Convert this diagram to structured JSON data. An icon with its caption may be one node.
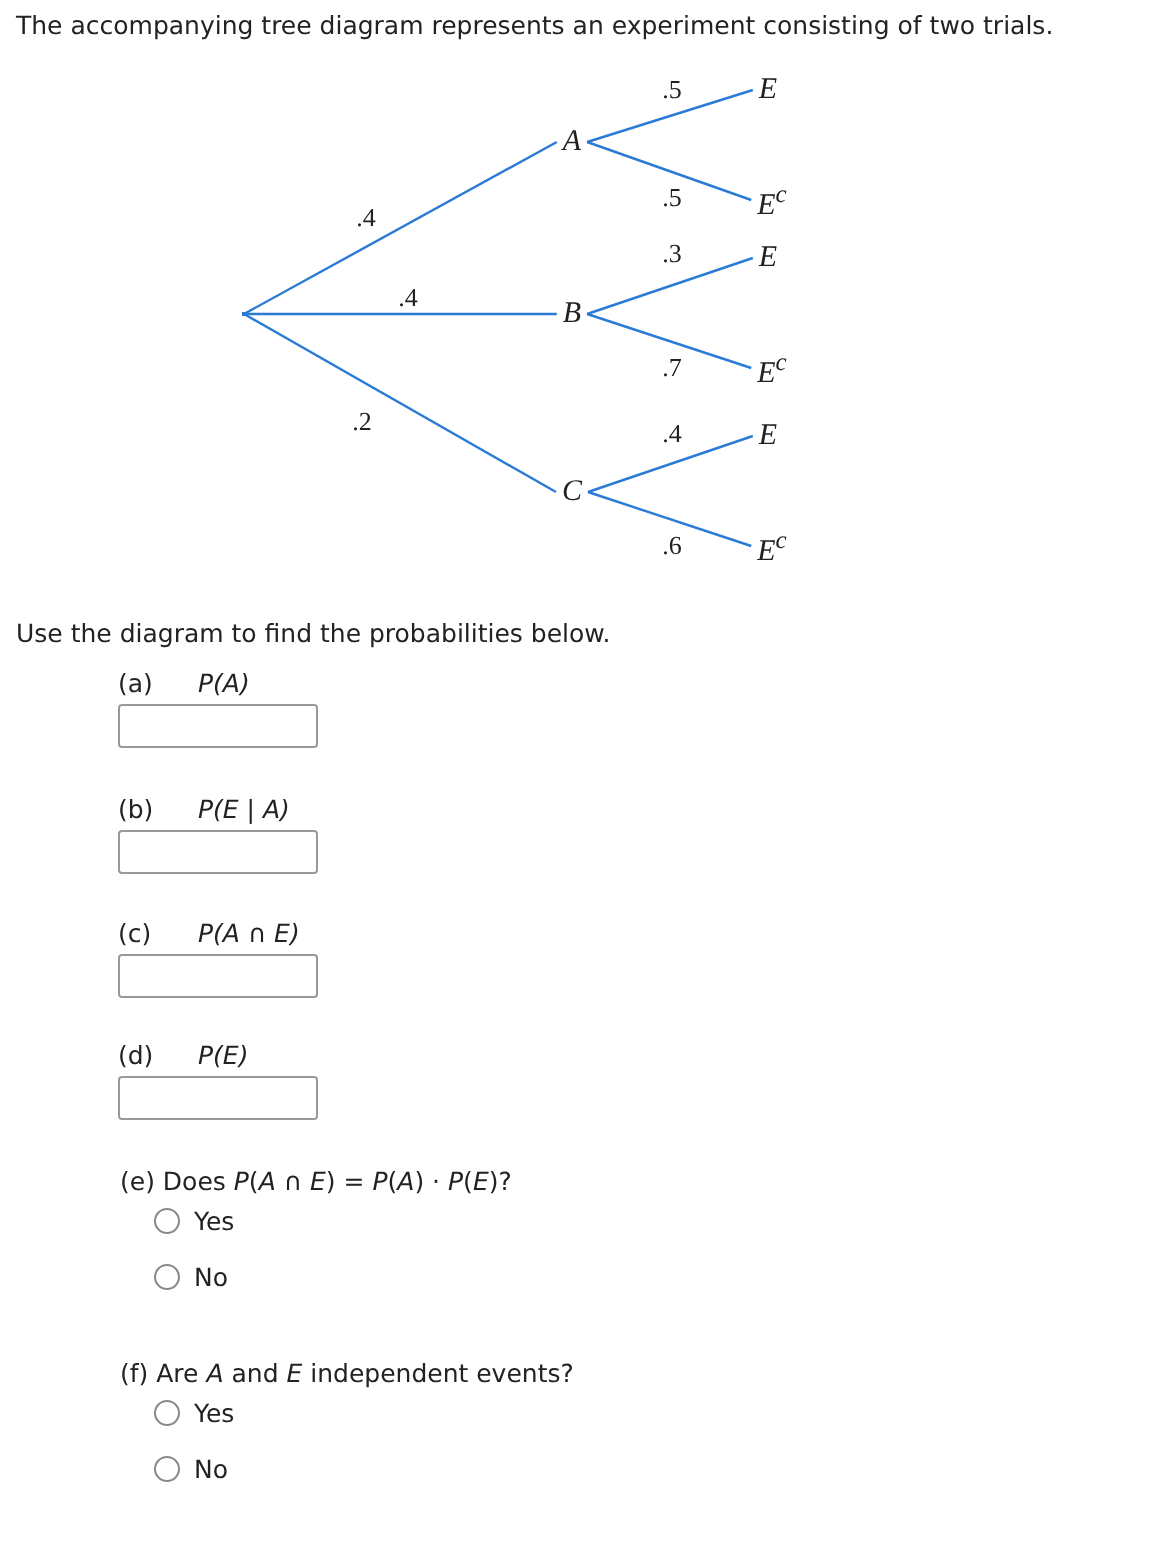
{
  "diagram": {
    "title": "The accompanying tree diagram represents an experiment consisting of two trials.",
    "nodes": [
      {
        "text": [],
        "shape": "point"
      },
      {
        "text": [
          "A"
        ]
      },
      {
        "text": [
          "B"
        ]
      },
      {
        "text": [
          "C"
        ]
      },
      {
        "text": [
          "E"
        ]
      },
      {
        "text": [
          "E$^{c}$"
        ]
      },
      {
        "text": [
          "E"
        ]
      },
      {
        "text": [
          "E$^{c}$"
        ]
      },
      {
        "text": [
          "E"
        ]
      },
      {
        "text": [
          "E$^{c}$"
        ]
      }
    ],
    "edges": [
      {
        "from": 0,
        "to": 1,
        "arrow": "none",
        "label": ".4"
      },
      {
        "from": 0,
        "to": 2,
        "arrow": "none",
        "label": ".4"
      },
      {
        "from": 0,
        "to": 3,
        "arrow": "none",
        "label": ".2"
      },
      {
        "from": 1,
        "to": 4,
        "arrow": "none",
        "label": ".5"
      },
      {
        "from": 1,
        "to": 5,
        "arrow": "none",
        "label": ".5"
      },
      {
        "from": 2,
        "to": 6,
        "arrow": "none",
        "label": ".3"
      },
      {
        "from": 2,
        "to": 7,
        "arrow": "none",
        "label": ".7"
      },
      {
        "from": 3,
        "to": 8,
        "arrow": "none",
        "label": ".4"
      },
      {
        "from": 3,
        "to": 9,
        "arrow": "none",
        "label": ".6"
      }
    ],
    "labels": [
      "Use the diagram to find the probabilities below.",
      "(a)",
      "P(A)",
      "(b)",
      "P(E | A)",
      "(c)",
      "P(A ∩ E)",
      "(d)",
      "P(E)",
      "(e) Does *P*(*A* ∩ *E*) = *P*(*A*) · *P*(*E*)?",
      "Yes",
      "No",
      "(f) Are *A* and *E* independent events?",
      "Yes",
      "No"
    ]
  }
}
